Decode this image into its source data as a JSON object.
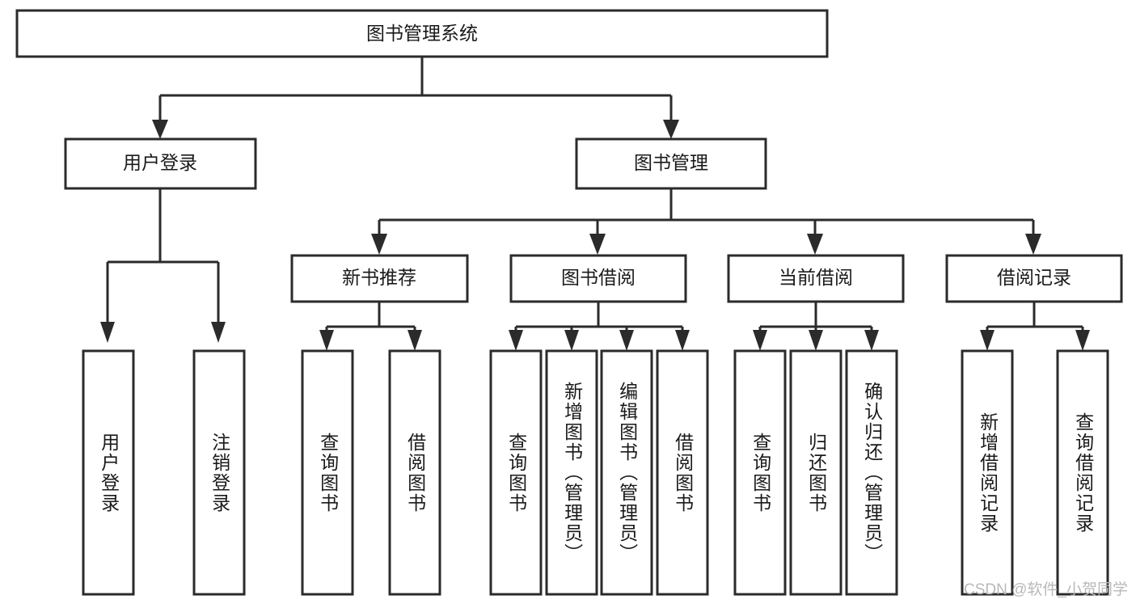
{
  "diagram": {
    "type": "tree-hierarchy",
    "title": "图书管理系统",
    "orientation": "top-down",
    "watermark": "CSDN @软件_小贺同学",
    "colors": {
      "background": "#ffffff",
      "box_fill": "#ffffff",
      "box_stroke": "#2b2b2b",
      "connector": "#2b2b2b",
      "text": "#1a1a1a",
      "watermark": "#b9b9b9"
    },
    "root": {
      "label": "图书管理系统"
    },
    "level2": [
      {
        "label": "用户登录"
      },
      {
        "label": "图书管理"
      }
    ],
    "level3": [
      {
        "label": "新书推荐"
      },
      {
        "label": "图书借阅"
      },
      {
        "label": "当前借阅"
      },
      {
        "label": "借阅记录"
      }
    ],
    "leaves": {
      "user_login": [
        {
          "label": "用户登录"
        },
        {
          "label": "注销登录"
        }
      ],
      "new_book": [
        {
          "label": "查询图书"
        },
        {
          "label": "借阅图书"
        }
      ],
      "book_borrow": [
        {
          "label": "查询图书"
        },
        {
          "label": "新增图书（管理员）"
        },
        {
          "label": "编辑图书（管理员）"
        },
        {
          "label": "借阅图书"
        }
      ],
      "current_borrow": [
        {
          "label": "查询图书"
        },
        {
          "label": "归还图书"
        },
        {
          "label": "确认归还（管理员）"
        }
      ],
      "borrow_record": [
        {
          "label": "新增借阅记录"
        },
        {
          "label": "查询借阅记录"
        }
      ]
    }
  }
}
